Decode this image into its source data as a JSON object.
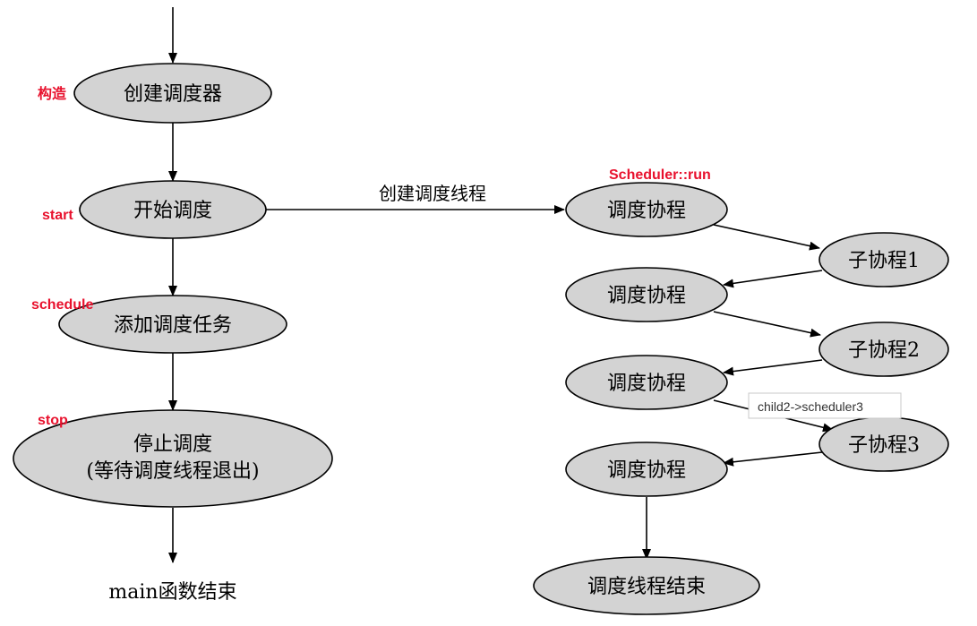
{
  "nodes": {
    "create_scheduler": "创建调度器",
    "start_scheduling": "开始调度",
    "add_task": "添加调度任务",
    "stop_line1": "停止调度",
    "stop_line2": "(等待调度线程退出)",
    "main_end": "main函数结束",
    "sched_coroutine": "调度协程",
    "child1": "子协程1",
    "child2": "子协程2",
    "child3": "子协程3",
    "thread_end": "调度线程结束"
  },
  "edge_labels": {
    "create_thread": "创建调度线程"
  },
  "annotations": {
    "construct": "构造",
    "start": "start",
    "schedule": "schedule",
    "stop": "stop",
    "scheduler_run": "Scheduler::run"
  },
  "tooltip": {
    "text": "child2->scheduler3"
  },
  "colors": {
    "node_fill": "#d3d3d3",
    "annotation_red": "#e8112d",
    "stroke": "#000000"
  }
}
